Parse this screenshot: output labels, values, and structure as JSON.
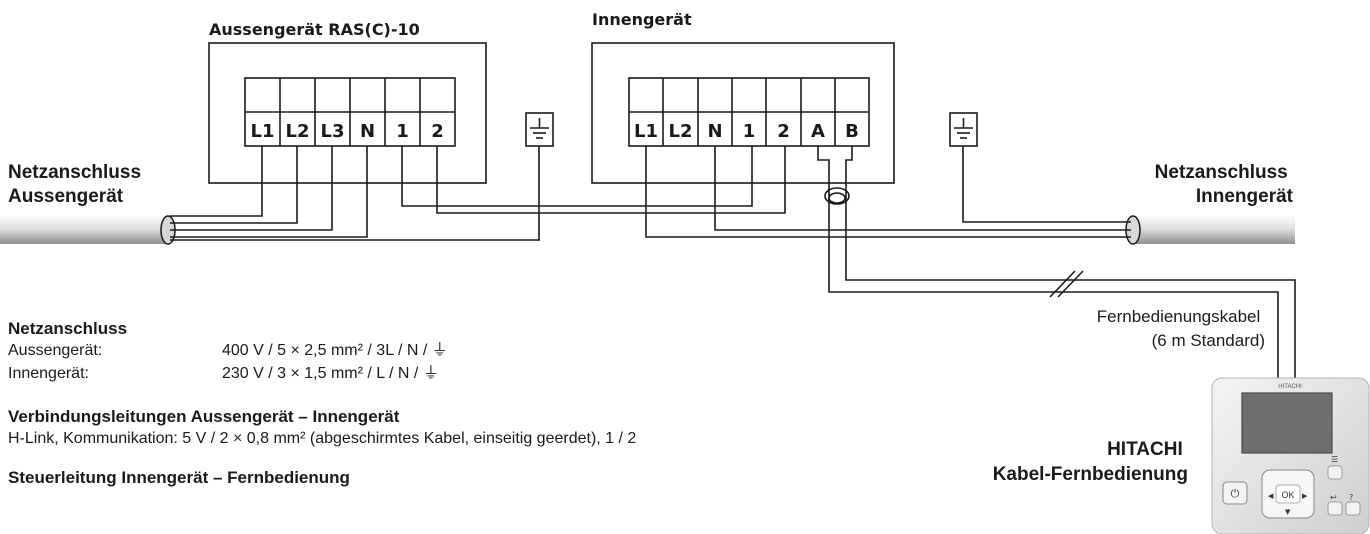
{
  "outdoor_unit": {
    "title": "Aussengerät RAS(C)-10",
    "terminals": [
      "L1",
      "L2",
      "L3",
      "N",
      "1",
      "2"
    ]
  },
  "indoor_unit": {
    "title": "Innengerät",
    "terminals": [
      "L1",
      "L2",
      "N",
      "1",
      "2",
      "A",
      "B"
    ]
  },
  "power_left": {
    "line1": "Netzanschluss",
    "line2": "Aussengerät"
  },
  "power_right": {
    "line1": "Netzanschluss",
    "line2": "Innengerät"
  },
  "remote_cable": {
    "line1": "Fernbedienungskabel",
    "line2": "(6 m Standard)"
  },
  "remote": {
    "brand": "HITACHI",
    "label": "Kabel-Fernbedienung",
    "ok_label": "OK"
  },
  "info": {
    "power_heading": "Netzanschluss",
    "outdoor_key": "Aussengerät:",
    "outdoor_value": "400 V / 5 × 2,5 mm² / 3L / N / ⏚",
    "indoor_key": "Innengerät:",
    "indoor_value": "230 V / 3 × 1,5 mm² / L / N / ⏚",
    "connection_heading": "Verbindungsleitungen Aussengerät – Innengerät",
    "connection_value": "H-Link, Kommunikation: 5 V / 2 × 0,8 mm² (abgeschirmtes Kabel, einseitig geerdet), 1 / 2",
    "control_heading": "Steuerleitung Innengerät – Fernbedienung"
  },
  "colors": {
    "line": "#1a1a1a",
    "cable_light": "#f2f2f2",
    "cable_dark": "#9a9a9a",
    "remote_body": "#e2e2e2",
    "remote_screen": "#6e6e6e"
  }
}
